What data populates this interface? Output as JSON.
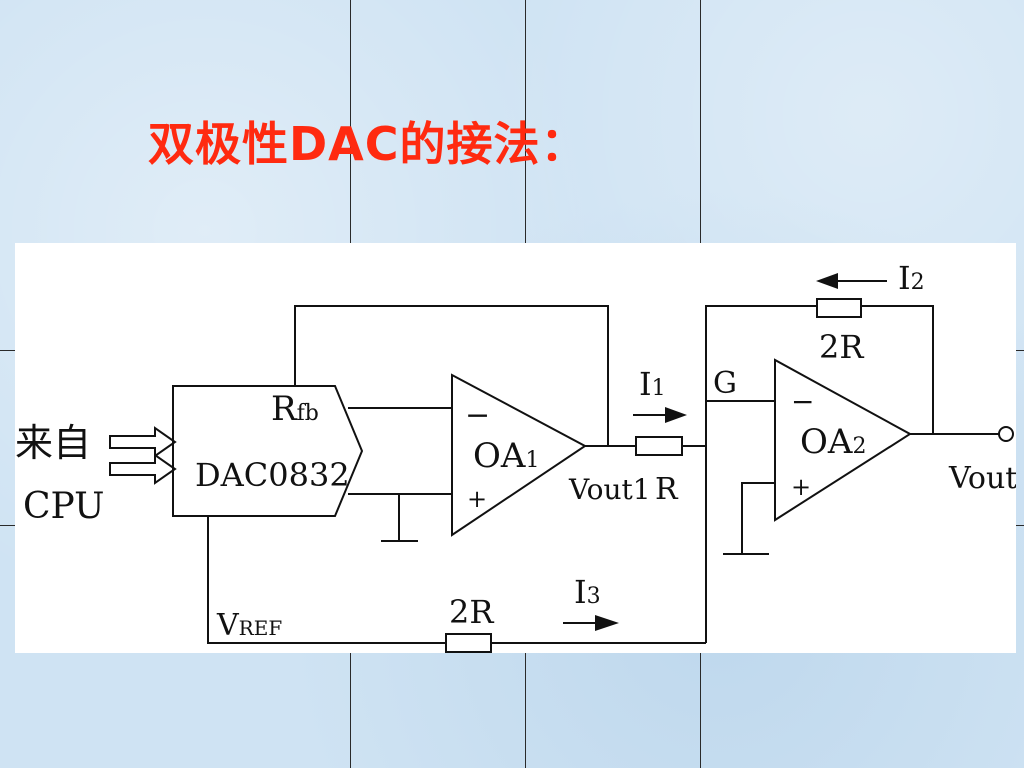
{
  "slide": {
    "title": "双极性DAC的接法："
  },
  "diagram": {
    "input_label_top": "来自",
    "input_label_bottom": "CPU",
    "dac_pin_rfb": "R",
    "dac_pin_rfb_sub": "fb",
    "dac_name": "DAC0832",
    "oa1_label": "OA",
    "oa1_sub": "1",
    "oa2_label": "OA",
    "oa2_sub": "2",
    "minus_sign": "−",
    "plus_sign": "+",
    "vout1_label": "Vout1",
    "r_label": "R",
    "i1_label": "I",
    "i1_sub": "1",
    "i2_label": "I",
    "i2_sub": "2",
    "i3_label": "I",
    "i3_sub": "3",
    "g_label": "G",
    "feedback_resistor_label": "2R",
    "ref_resistor_label": "2R",
    "vref_label": "V",
    "vref_sub": "REF",
    "vout_label": "Vout"
  }
}
